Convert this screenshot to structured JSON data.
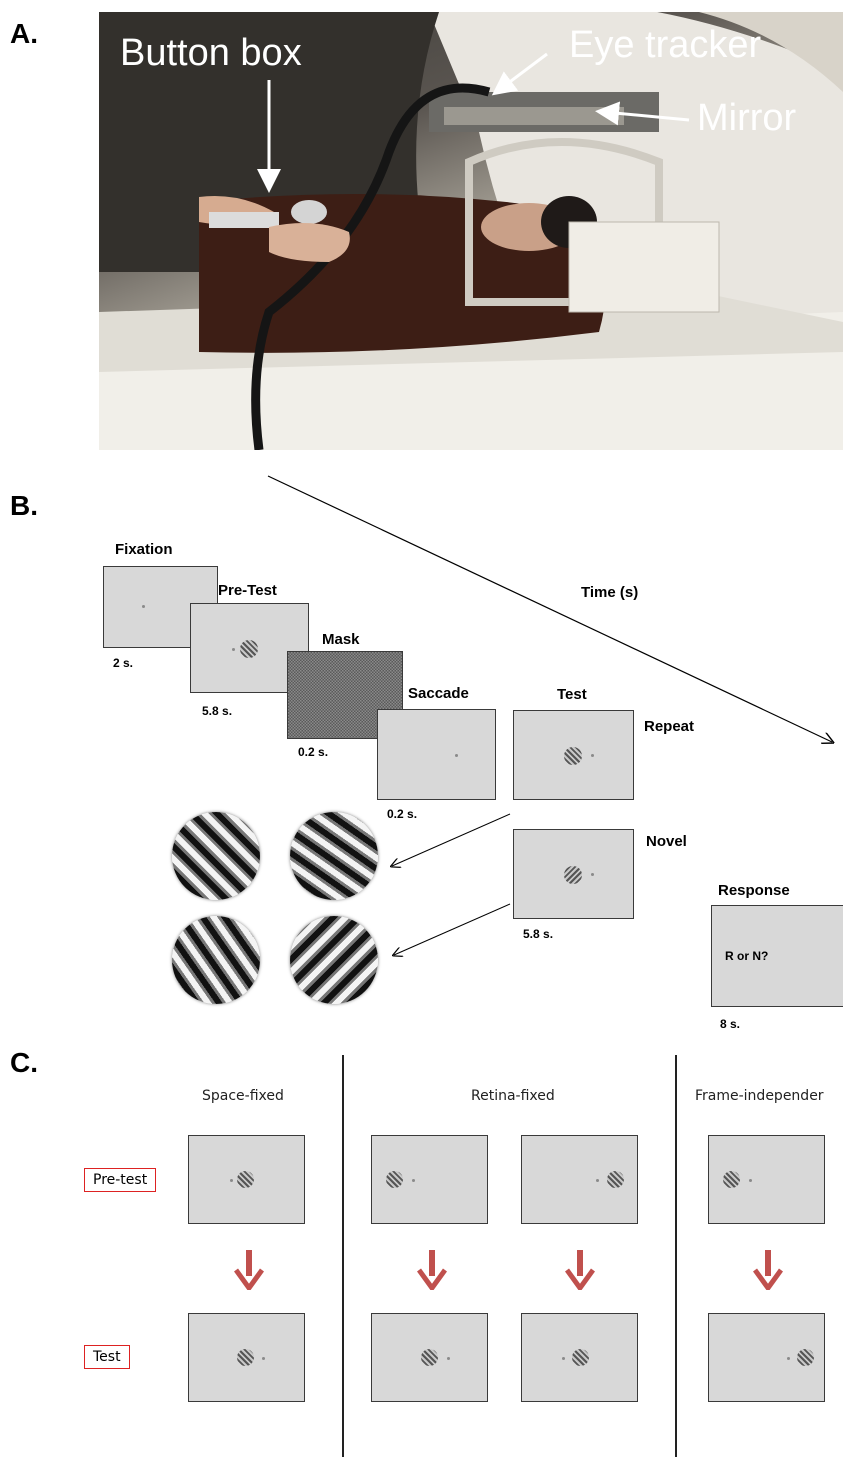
{
  "panel_a": {
    "label": "A.",
    "annotations": {
      "button_box": "Button box",
      "eye_tracker": "Eye tracker",
      "mirror": "Mirror"
    }
  },
  "panel_b": {
    "label": "B.",
    "time_label": "Time (s)",
    "stages": {
      "fixation": {
        "title": "Fixation",
        "duration": "2 s."
      },
      "pretest": {
        "title": "Pre-Test",
        "duration": "5.8 s."
      },
      "mask": {
        "title": "Mask",
        "duration": "0.2 s."
      },
      "saccade": {
        "title": "Saccade",
        "duration": "0.2 s."
      },
      "test": {
        "title": "Test"
      },
      "repeat": {
        "title": "Repeat"
      },
      "novel": {
        "title": "Novel",
        "duration": "5.8 s."
      },
      "response": {
        "title": "Response",
        "prompt": "R or N?",
        "duration": "8 s."
      }
    }
  },
  "panel_c": {
    "label": "C.",
    "columns": {
      "space_fixed": "Space-fixed",
      "retina_fixed": "Retina-fixed",
      "frame_independent": "Frame-independer"
    },
    "rows": {
      "pretest": "Pre-test",
      "test": "Test"
    },
    "arrow_color": "#c0504d",
    "label_border_color": "#dd2222"
  }
}
